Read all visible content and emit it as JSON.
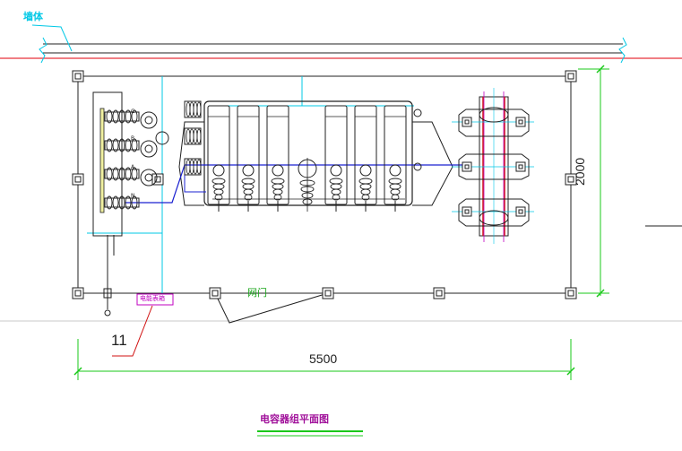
{
  "drawing": {
    "title": "电容器组平面图",
    "wall_label": "墙体",
    "gate_label": "网门",
    "width_dim": "5500",
    "height_dim": "2000",
    "callout": "11",
    "meter_box_label": "电能表箱",
    "phases": [
      "C",
      "B",
      "A",
      "N"
    ]
  },
  "colors": {
    "cad_black": "#202020",
    "wall_red": "#e8303a",
    "dim_green": "#19c819",
    "cyan": "#00c8e6",
    "blue": "#1a20d0",
    "magenta": "#c000c0",
    "red": "#d01010",
    "gray": "#b0b0b0"
  },
  "icons": {
    "post": "square-post-icon",
    "insulator": "insulator-icon",
    "capacitor": "capacitor-unit-icon"
  }
}
